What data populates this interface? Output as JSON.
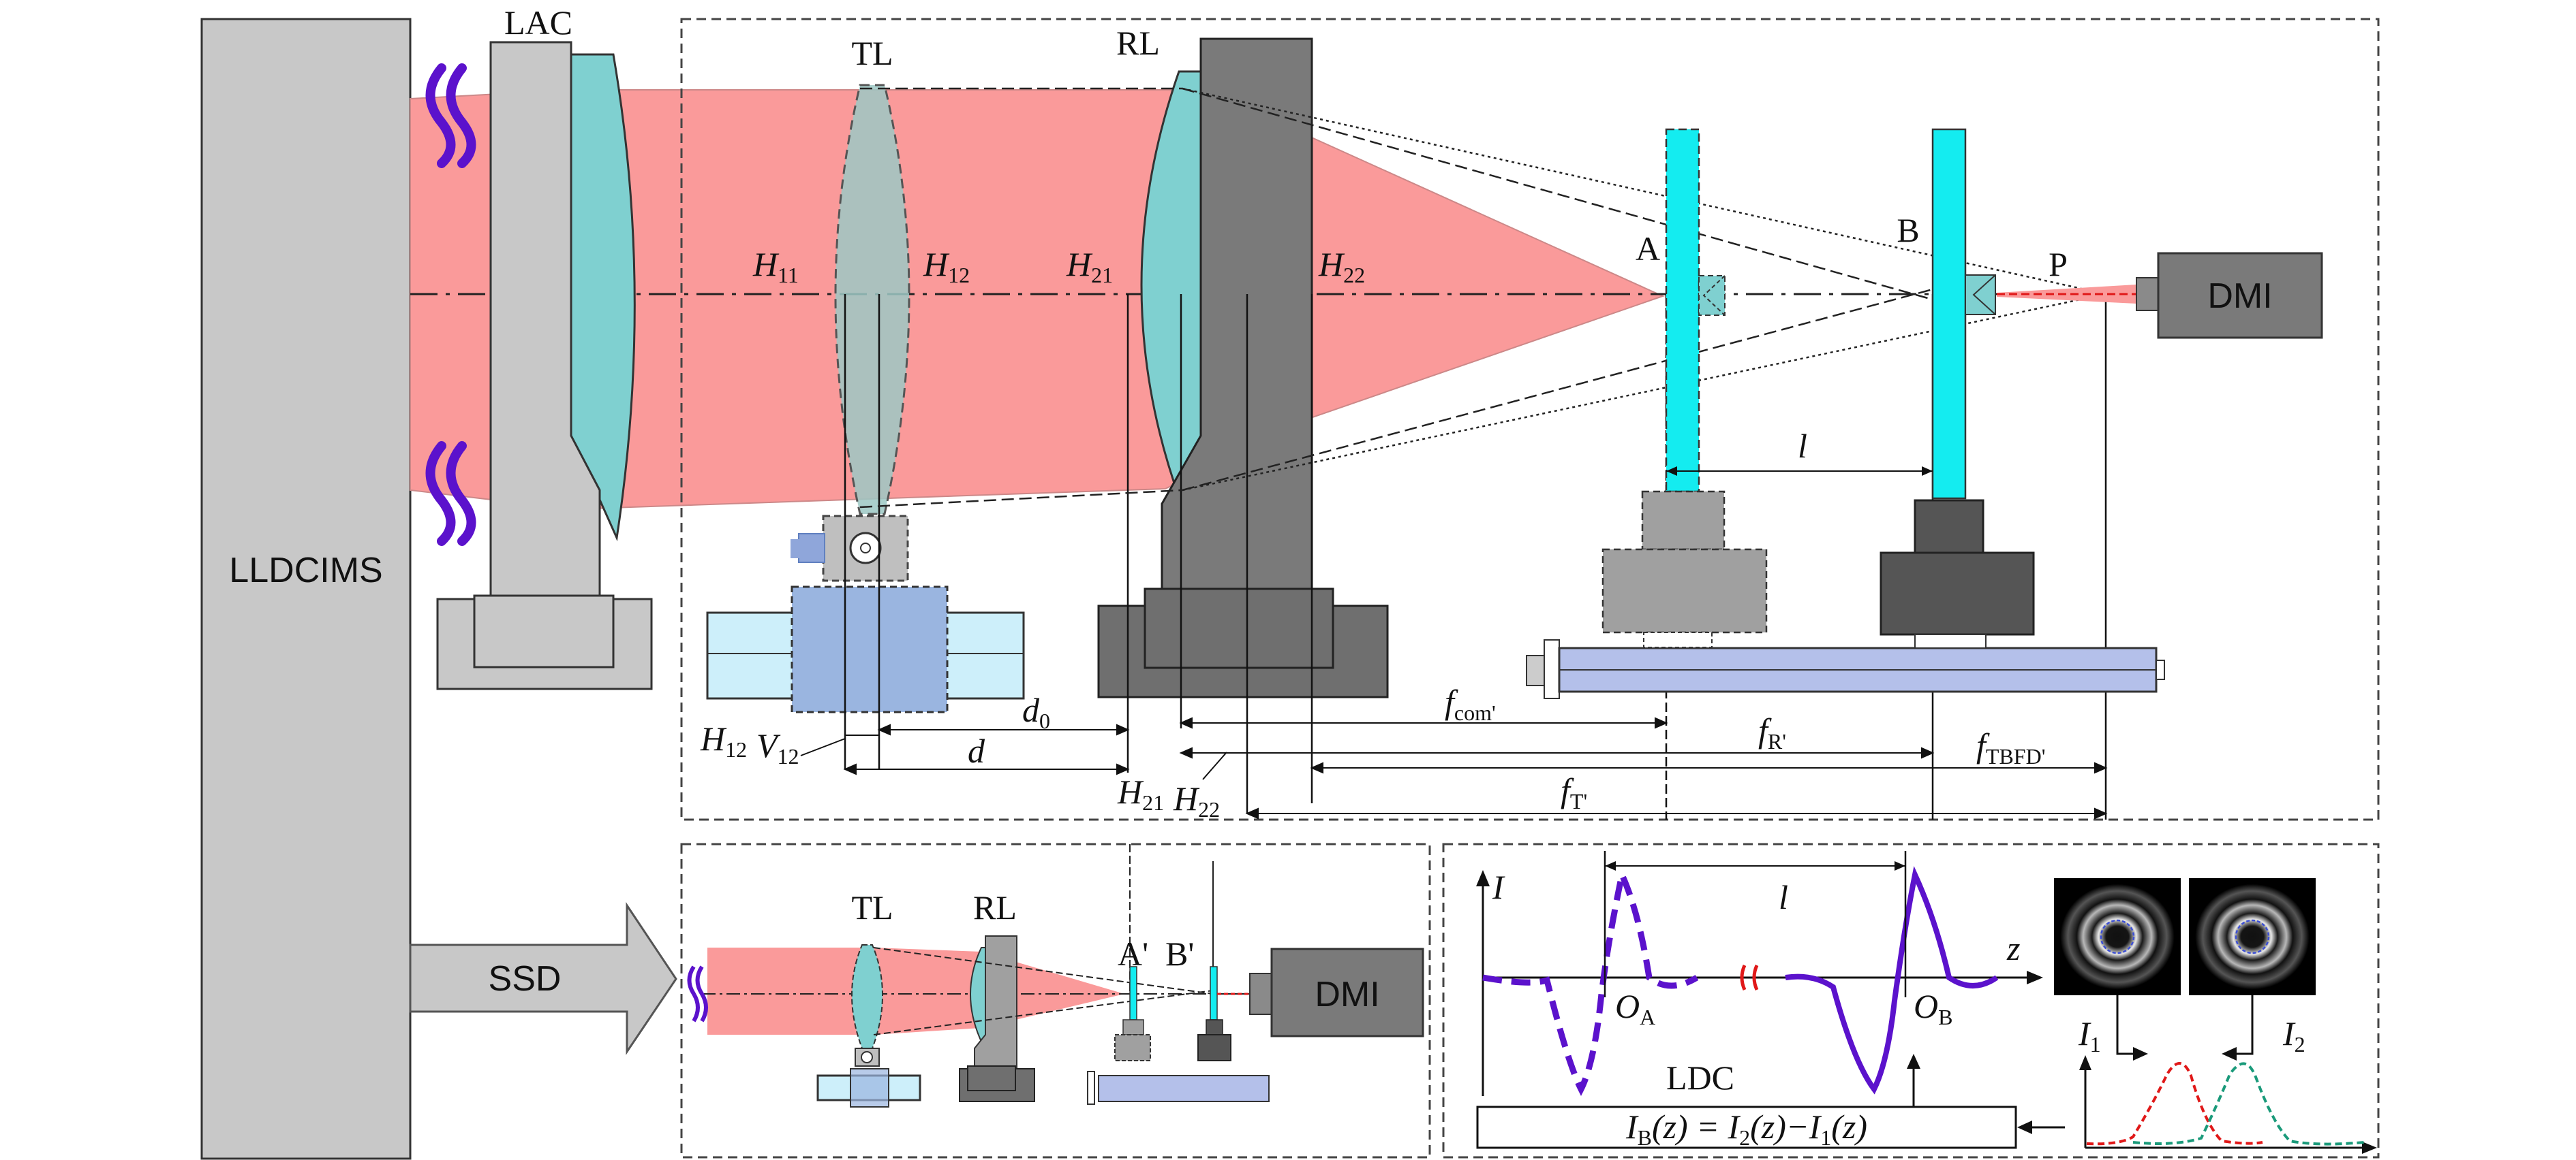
{
  "labels": {
    "lldcims": "LLDCIMS",
    "ssd": "SSD",
    "lac": "LAC",
    "tl": "TL",
    "rl": "RL",
    "dmi": "DMI",
    "a": "A",
    "b": "B",
    "p": "P",
    "a_prime": "A'",
    "b_prime": "B'",
    "tl_small": "TL",
    "rl_small": "RL",
    "dmi_small": "DMI",
    "ldc": "LDC"
  },
  "principal_planes": {
    "h11": {
      "main": "H",
      "sub": "11"
    },
    "h12": {
      "main": "H",
      "sub": "12"
    },
    "h21": {
      "main": "H",
      "sub": "21"
    },
    "h22": {
      "main": "H",
      "sub": "22"
    },
    "h12_bottom": {
      "main": "H",
      "sub": "12"
    },
    "v12_bottom": {
      "main": "V",
      "sub": "12"
    },
    "h21_bottom": {
      "main": "H",
      "sub": "21"
    },
    "h22_bottom": {
      "main": "H",
      "sub": "22"
    }
  },
  "distances": {
    "l_top": "l",
    "d0": {
      "main": "d",
      "sub": "0"
    },
    "d": "d",
    "f_com": {
      "main": "f",
      "sub": "com'"
    },
    "f_r": {
      "main": "f",
      "sub": "R'"
    },
    "f_tbfd": {
      "main": "f",
      "sub": "TBFD'"
    },
    "f_t": {
      "main": "f",
      "sub": "T'"
    }
  },
  "signal_panel": {
    "y_axis": "I",
    "x_axis": "z",
    "l_label": "l",
    "oa": {
      "main": "O",
      "sub": "A"
    },
    "ob": {
      "main": "O",
      "sub": "B"
    },
    "i1": {
      "main": "I",
      "sub": "1"
    },
    "i2": {
      "main": "I",
      "sub": "2"
    },
    "formula": {
      "lhs_main": "I",
      "lhs_sub": "B",
      "lhs_arg": "(z) = ",
      "t1_main": "I",
      "t1_sub": "2",
      "t1_arg": "(z)−",
      "t2_main": "I",
      "t2_sub": "1",
      "t2_arg": "(z)"
    }
  },
  "colors": {
    "beam": "#fa9a9a",
    "lens": "#7fd0d0",
    "glass_bright": "#14ecf0",
    "grey_light": "#c8c8c8",
    "grey_mid": "#a0a0a0",
    "grey_dark": "#707070",
    "stage_blue": "#b4c0ea",
    "stage_cyan": "#cdeffa",
    "violet": "#5b12cc",
    "red_dashed": "#e01818",
    "green_dashed": "#1a9a7a"
  }
}
